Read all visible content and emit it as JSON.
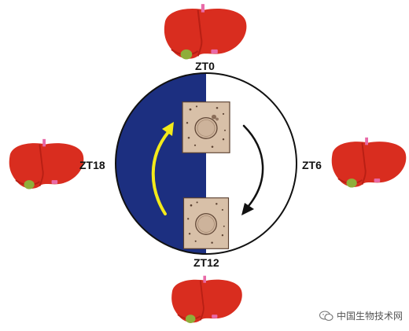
{
  "labels": {
    "top": "ZT0",
    "right": "ZT6",
    "bottom": "ZT12",
    "left": "ZT18"
  },
  "colors": {
    "dark_half": "#1c2f80",
    "light_half": "#ffffff",
    "circle_outline": "#111111",
    "liver_red": "#d92d1f",
    "liver_shade": "#b81f14",
    "gallbladder": "#8fae3a",
    "vessel": "#e86aa8",
    "arrow_day": "#f3ea1a",
    "arrow_night": "#111111",
    "cell_fill": "#d8c0a8",
    "nucleus": "#cdb39b"
  },
  "watermark": {
    "text": "中国生物技术网",
    "icon": "wechat-icon"
  }
}
